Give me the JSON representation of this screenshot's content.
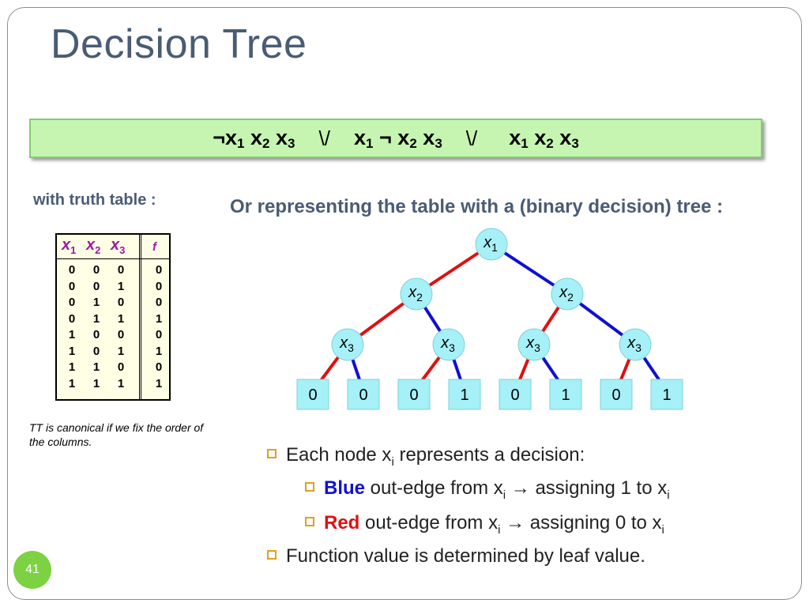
{
  "title": "Decision Tree",
  "formula": {
    "term1": {
      "neg": "¬",
      "a": "x",
      "a_sub": "1",
      "b": "x",
      "b_sub": "2",
      "c": "x",
      "c_sub": "3"
    },
    "or1": "\\/",
    "term2": {
      "a": "x",
      "a_sub": "1",
      "neg": "¬",
      "b": "x",
      "b_sub": "2",
      "c": "x",
      "c_sub": "3"
    },
    "or2": "\\/",
    "term3": {
      "a": "x",
      "a_sub": "1",
      "b": "x",
      "b_sub": "2",
      "c": "x",
      "c_sub": "3"
    }
  },
  "truth_table_label": "with truth table :",
  "tree_label": "Or representing the table with a (binary decision) tree :",
  "truth_table": {
    "headers": [
      {
        "var": "x",
        "sub": "1"
      },
      {
        "var": "x",
        "sub": "2"
      },
      {
        "var": "x",
        "sub": "3"
      }
    ],
    "f_header": "f",
    "rows": [
      [
        "0",
        "0",
        "0",
        "0"
      ],
      [
        "0",
        "0",
        "1",
        "0"
      ],
      [
        "0",
        "1",
        "0",
        "0"
      ],
      [
        "0",
        "1",
        "1",
        "1"
      ],
      [
        "1",
        "0",
        "0",
        "0"
      ],
      [
        "1",
        "0",
        "1",
        "1"
      ],
      [
        "1",
        "1",
        "0",
        "0"
      ],
      [
        "1",
        "1",
        "1",
        "1"
      ]
    ]
  },
  "caption": "TT is canonical if we fix the order of the columns.",
  "tree": {
    "root": {
      "var": "x",
      "sub": "1"
    },
    "level2": [
      {
        "var": "x",
        "sub": "2"
      },
      {
        "var": "x",
        "sub": "2"
      }
    ],
    "level3": [
      {
        "var": "x",
        "sub": "3"
      },
      {
        "var": "x",
        "sub": "3"
      },
      {
        "var": "x",
        "sub": "3"
      },
      {
        "var": "x",
        "sub": "3"
      }
    ],
    "leaves": [
      "0",
      "0",
      "0",
      "1",
      "0",
      "1",
      "0",
      "1"
    ],
    "colors": {
      "node": "#a6f0f8",
      "leaf": "#a6f0f8",
      "left_edge": "#e01010",
      "right_edge": "#1010d0"
    }
  },
  "bullets": {
    "b1": {
      "pre": "Each node x",
      "sub": "i",
      "post": " represents a decision:"
    },
    "b2": {
      "kw": "Blue",
      "pre": " out-edge from x",
      "sub": "i",
      "arrow": " → assigning 1 to x",
      "sub2": "i"
    },
    "b3": {
      "kw": "Red",
      "pre": " out-edge  from x",
      "sub": "i",
      "arrow": " → assigning 0 to x",
      "sub2": "i"
    },
    "b4": {
      "text": "Function value is determined by leaf value."
    }
  },
  "page_number": "41",
  "colors": {
    "title": "#4a5c74",
    "formula_bg": "#c6f5b2",
    "bullet": "#e0a020",
    "page_badge": "#7cd242"
  }
}
